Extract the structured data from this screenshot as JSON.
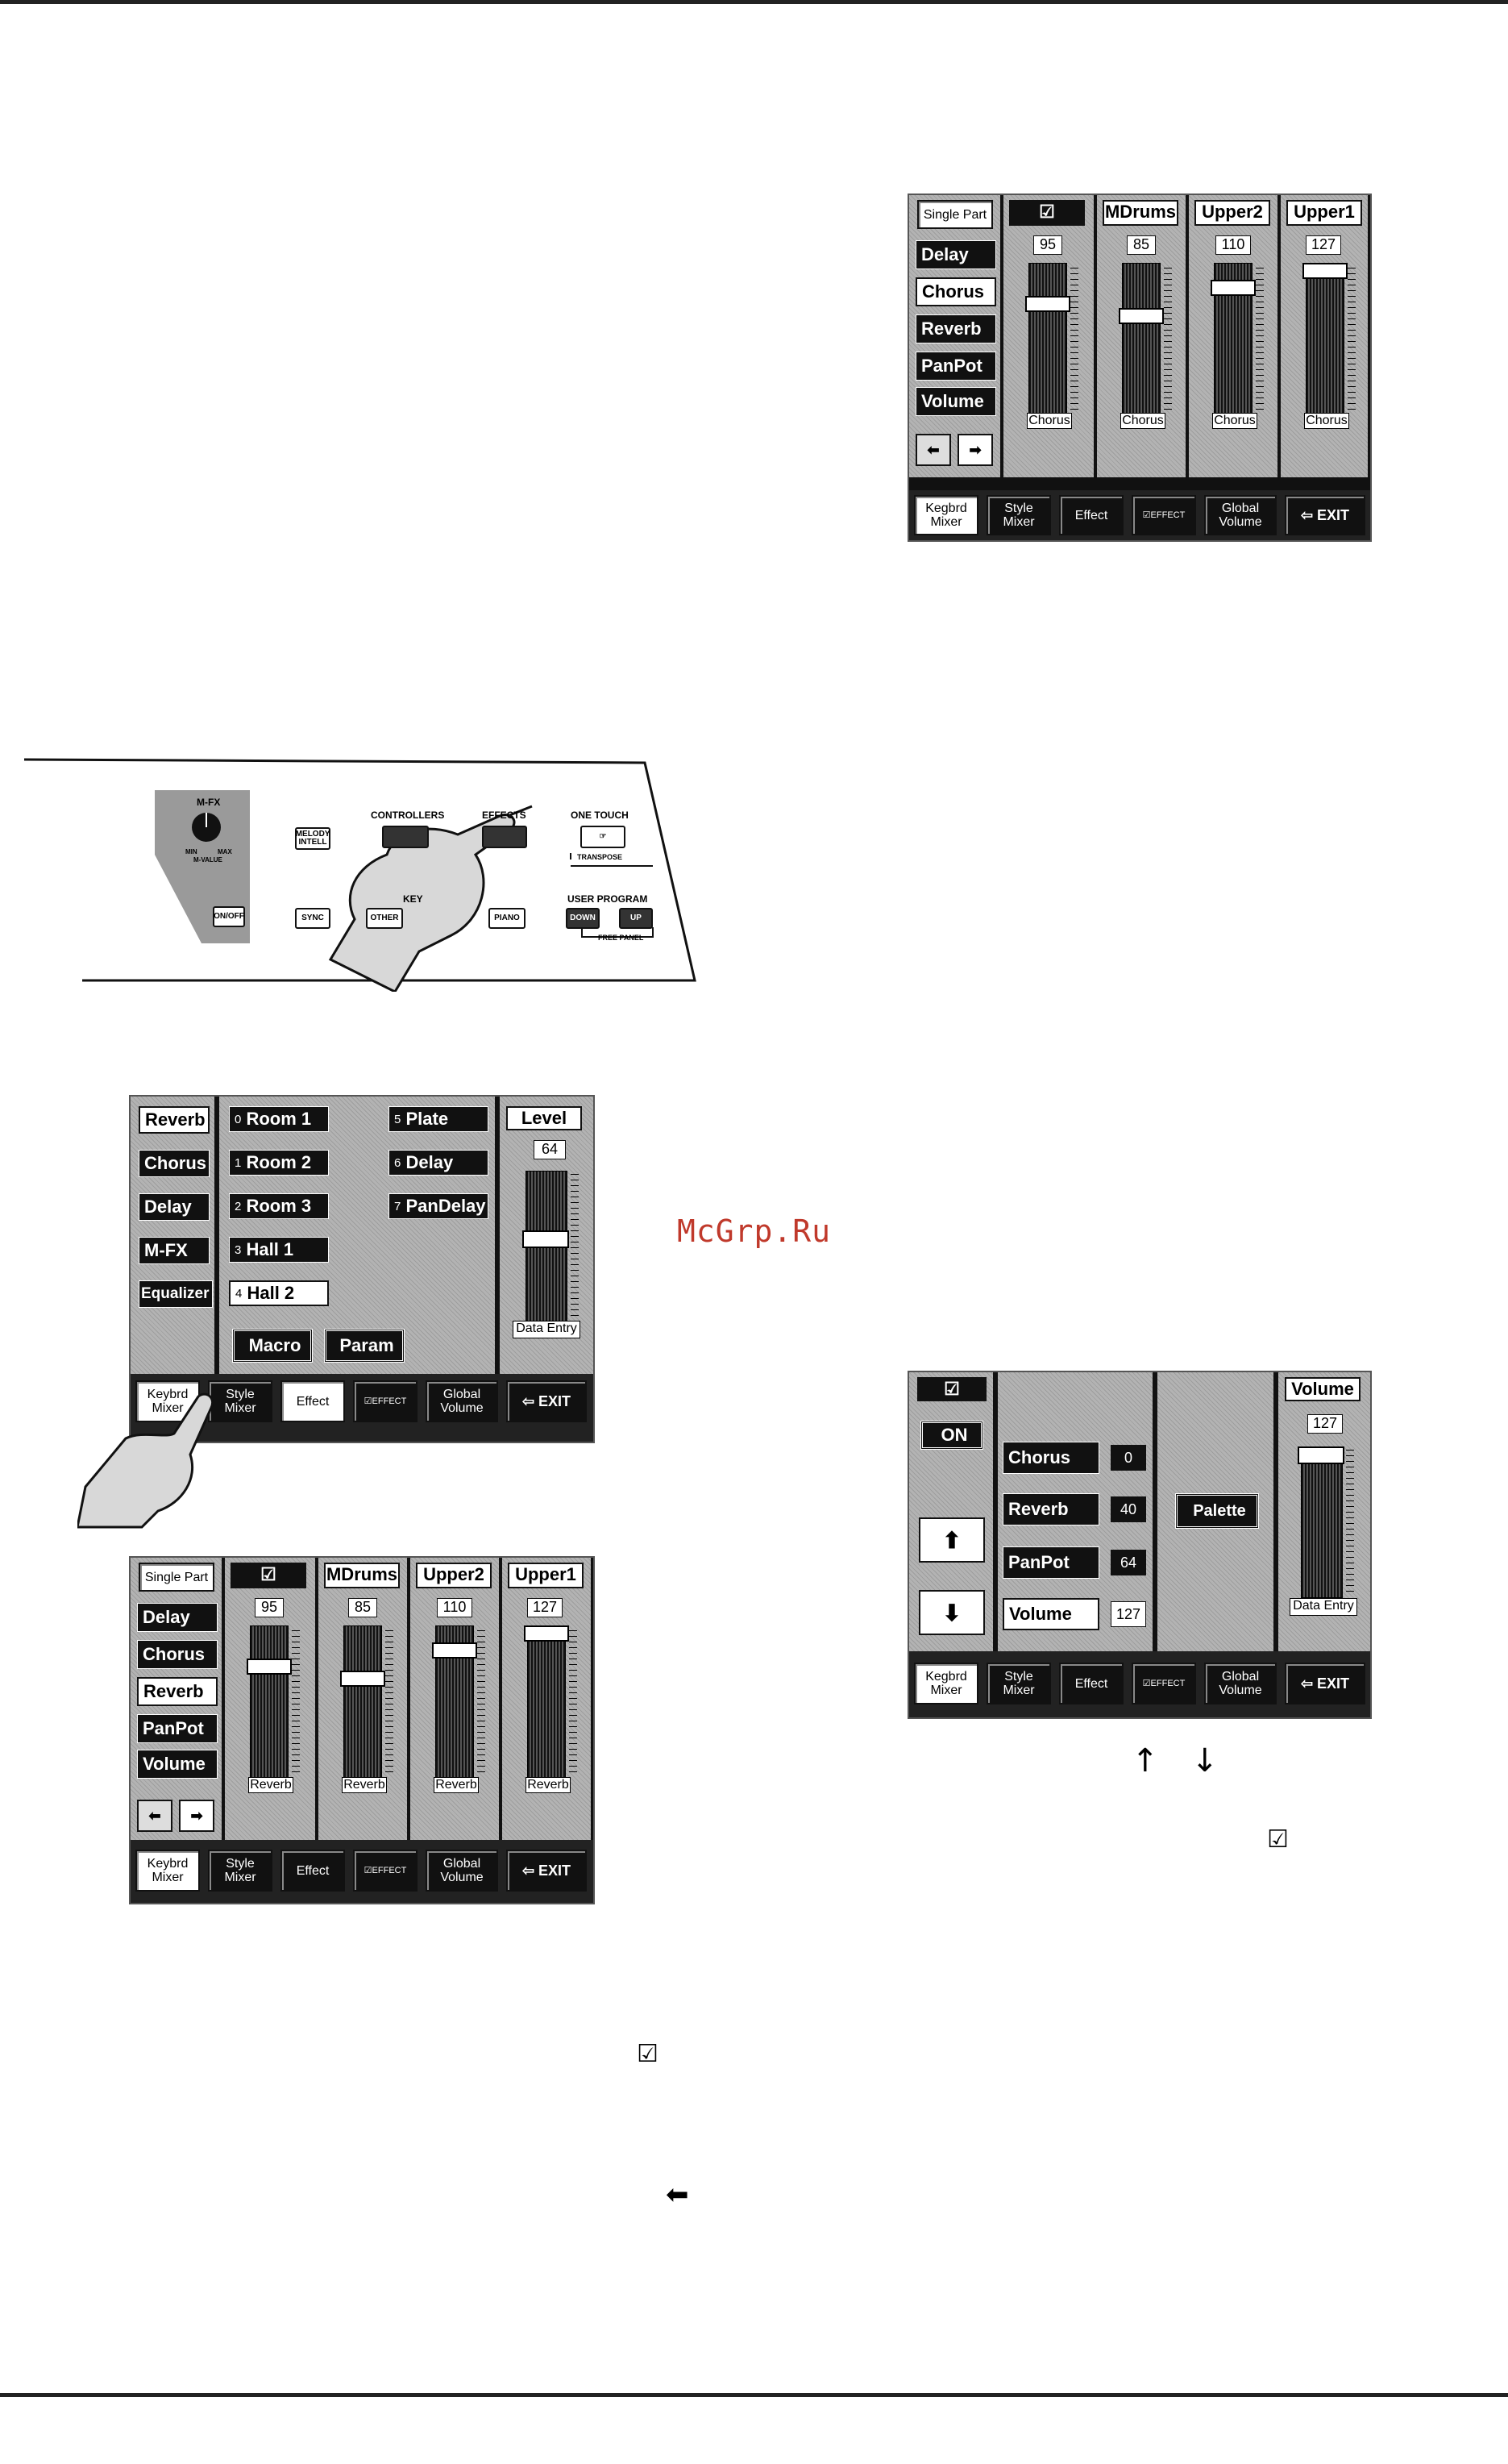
{
  "watermark": "McGrp.Ru",
  "screen_mixer_chorus": {
    "side_tabs": [
      "Single Part",
      "Delay",
      "Chorus",
      "Reverb",
      "PanPot",
      "Volume"
    ],
    "selected_tab": "Chorus",
    "channels": [
      {
        "name": "",
        "icon": "mixer-icon",
        "value": "95",
        "level": 95,
        "label": "Chorus"
      },
      {
        "name": "MDrums",
        "value": "85",
        "level": 85,
        "label": "Chorus"
      },
      {
        "name": "Upper2",
        "value": "110",
        "level": 110,
        "label": "Chorus"
      },
      {
        "name": "Upper1",
        "value": "127",
        "level": 127,
        "label": "Chorus"
      }
    ],
    "bottom_tabs": [
      "Kegbrd Mixer",
      "Style Mixer",
      "Effect",
      "EFFECT",
      "Global Volume",
      "EXIT"
    ]
  },
  "panel": {
    "mfx_title": "M-FX",
    "mfx_min": "MIN",
    "mfx_max": "MAX",
    "mfx_value": "M-VALUE",
    "onoff": "ON/OFF",
    "melody_intell": "MELODY INTELL",
    "sync": "SYNC",
    "controllers": "CONTROLLERS",
    "effects": "EFFECTS",
    "one_touch": "ONE TOUCH",
    "transpose": "TRANSPOSE",
    "user_program": "USER PROGRAM",
    "down": "DOWN",
    "up": "UP",
    "free_panel": "FREE PANEL",
    "other": "OTHER",
    "key": "KEY",
    "piano": "PIANO"
  },
  "screen_effect": {
    "side_tabs": [
      "Reverb",
      "Chorus",
      "Delay",
      "M-FX",
      "Equalizer"
    ],
    "types": [
      {
        "num": "0",
        "name": "Room 1"
      },
      {
        "num": "1",
        "name": "Room 2"
      },
      {
        "num": "2",
        "name": "Room 3"
      },
      {
        "num": "3",
        "name": "Hall 1"
      },
      {
        "num": "4",
        "name": "Hall 2"
      },
      {
        "num": "5",
        "name": "Plate"
      },
      {
        "num": "6",
        "name": "Delay"
      },
      {
        "num": "7",
        "name": "PanDelay"
      }
    ],
    "selected_type": "Hall 2",
    "macro": "Macro",
    "param": "Param",
    "level_title": "Level",
    "level_value": "64",
    "level": 64,
    "data_entry": "Data Entry",
    "bottom_tabs": [
      "Keybrd Mixer",
      "Style Mixer",
      "Effect",
      "EFFECT",
      "Global Volume",
      "EXIT"
    ]
  },
  "screen_mixer_reverb": {
    "side_tabs": [
      "Single Part",
      "Delay",
      "Chorus",
      "Reverb",
      "PanPot",
      "Volume"
    ],
    "selected_tab": "Reverb",
    "channels": [
      {
        "name": "",
        "icon": "mixer-icon",
        "value": "95",
        "level": 95,
        "label": "Reverb"
      },
      {
        "name": "MDrums",
        "value": "85",
        "level": 85,
        "label": "Reverb"
      },
      {
        "name": "Upper2",
        "value": "110",
        "level": 110,
        "label": "Reverb"
      },
      {
        "name": "Upper1",
        "value": "127",
        "level": 127,
        "label": "Reverb"
      }
    ],
    "bottom_tabs": [
      "Keybrd Mixer",
      "Style Mixer",
      "Effect",
      "EFFECT",
      "Global Volume",
      "EXIT"
    ]
  },
  "screen_part": {
    "on_label": "ON",
    "rows": [
      {
        "name": "Chorus",
        "value": "0"
      },
      {
        "name": "Reverb",
        "value": "40"
      },
      {
        "name": "PanPot",
        "value": "64"
      },
      {
        "name": "Volume",
        "value": "127"
      }
    ],
    "palette": "Palette",
    "volume_title": "Volume",
    "volume_value": "127",
    "level": 127,
    "data_entry": "Data Entry",
    "bottom_tabs": [
      "Kegbrd Mixer",
      "Style Mixer",
      "Effect",
      "EFFECT",
      "Global Volume",
      "EXIT"
    ]
  },
  "glyphs": {
    "up_arrow": "↑",
    "down_arrow": "↓",
    "left_arrow": "⬅"
  }
}
